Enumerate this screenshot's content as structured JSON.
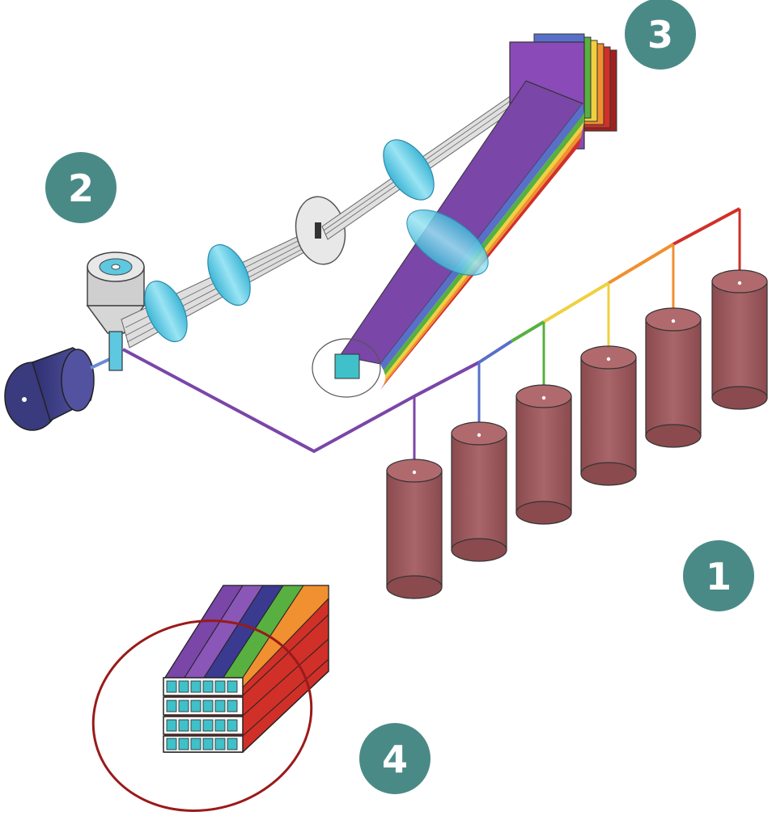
{
  "colors": {
    "badge": "#4a8a86",
    "cylinder": "#a05a5e",
    "cylinder_top": "#b06a6e",
    "lens": "#5ec8e0",
    "beam_gray": "#d9d9d9",
    "laser": "#4a4a8a",
    "rainbow": [
      "#7a46a8",
      "#3a3a90",
      "#5870c8",
      "#58b040",
      "#f0d040",
      "#f09030",
      "#d03028",
      "#a02020"
    ],
    "fiber_face": "#40c0c8",
    "circle_red": "#9a1a1a"
  },
  "badges": [
    {
      "label": "1"
    },
    {
      "label": "2"
    },
    {
      "label": "3"
    },
    {
      "label": "4"
    }
  ],
  "fibers": [
    {
      "color": "#7a46a8"
    },
    {
      "color": "#5870c8"
    },
    {
      "color": "#58b040"
    },
    {
      "color": "#f0d040"
    },
    {
      "color": "#f09030"
    },
    {
      "color": "#d03028"
    }
  ],
  "icons": [
    "laser-icon",
    "sample-stage-icon",
    "lens-icon",
    "pinhole-icon",
    "grating-icon",
    "fiber-bundle-icon",
    "detector-icon"
  ]
}
